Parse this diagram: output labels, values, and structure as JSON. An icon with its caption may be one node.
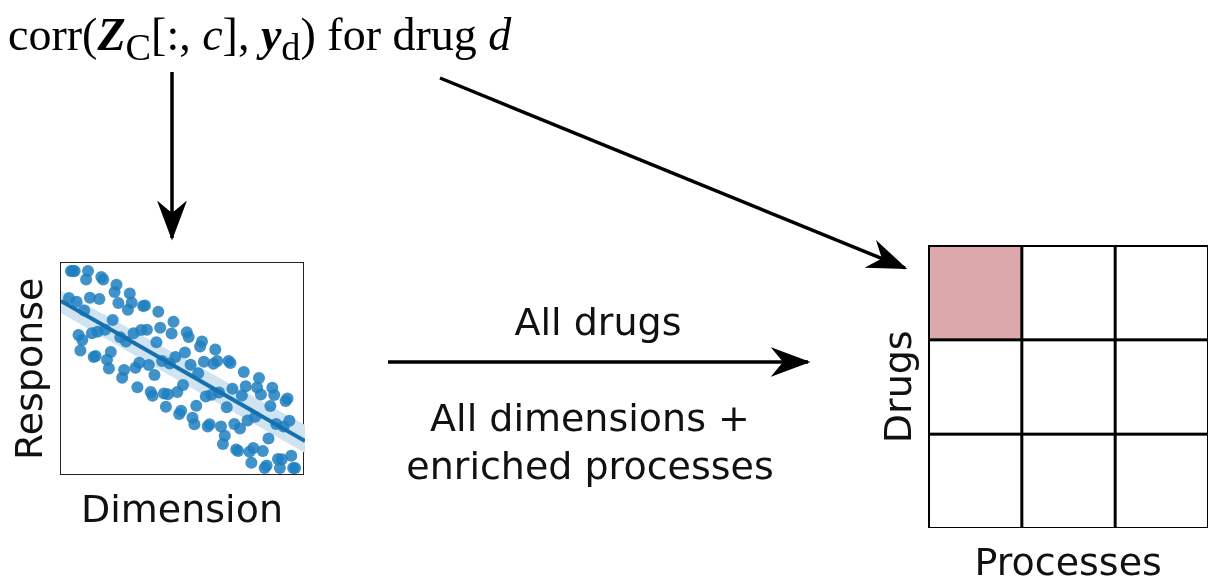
{
  "diagram": {
    "nodes": [
      {
        "text": [
          "corr(**Z**$_{C}$[:, *c*], **y**$_{d}$) for drug *d*"
        ]
      },
      {
        "text": [],
        "shape": "picture",
        "beside": [
          "Response",
          "Dimension"
        ]
      },
      {
        "text": [],
        "shape": "box",
        "beside": [
          "Drugs",
          "Processes"
        ]
      }
    ],
    "edges": [
      {
        "from": 0,
        "to": 1,
        "arrow": "to"
      },
      {
        "from": 0,
        "to": 2,
        "arrow": "to"
      },
      {
        "from": 1,
        "to": 2,
        "arrow": "to",
        "label": "All drugs"
      }
    ],
    "labels": [
      "All dimensions + enriched processes"
    ]
  }
}
